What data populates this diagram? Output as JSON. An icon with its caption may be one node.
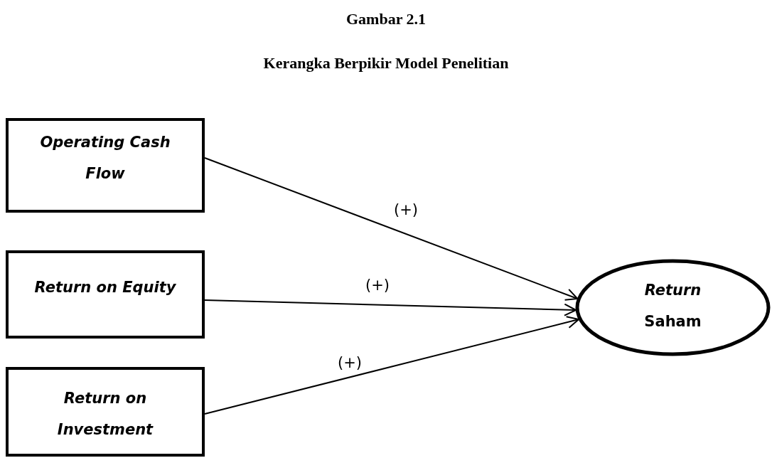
{
  "diagram": {
    "title": "Gambar 2.1",
    "nodes": [
      {
        "text": [
          "Operating Cash Flow"
        ]
      },
      {
        "text": [
          "Return on Equity"
        ]
      },
      {
        "text": [
          "Return on Investment"
        ]
      },
      {
        "text": [
          "*Return* Saham"
        ]
      }
    ],
    "edges": [
      {
        "from": 0,
        "to": 3,
        "arrow": "to",
        "label": "(+)"
      },
      {
        "from": 1,
        "to": 3,
        "arrow": "to",
        "label": "(+)"
      },
      {
        "from": 2,
        "to": 3,
        "arrow": "to",
        "label": "(+)"
      }
    ],
    "labels": [
      "Kerangka Berpikir Model Penelitian"
    ]
  }
}
